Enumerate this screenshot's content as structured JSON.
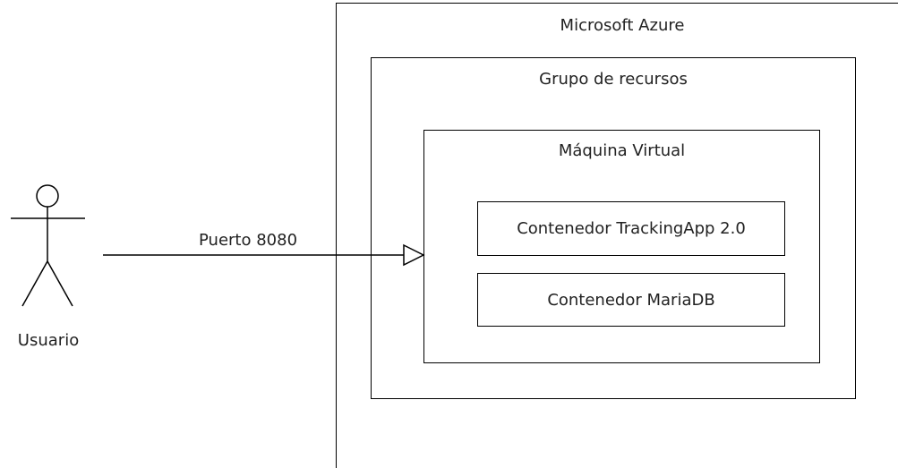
{
  "diagram": {
    "title": "",
    "actor": {
      "label": "Usuario"
    },
    "connection": {
      "label": "Puerto 8080",
      "from": "actor",
      "to": "vm"
    },
    "boundaries": {
      "cloud": {
        "label": "Microsoft Azure"
      },
      "resource_group": {
        "label": "Grupo de recursos"
      },
      "vm": {
        "label": "Máquina Virtual"
      }
    },
    "containers": [
      {
        "label": "Contenedor TrackingApp 2.0"
      },
      {
        "label": "Contenedor MariaDB"
      }
    ]
  },
  "colors": {
    "stroke": "#000000",
    "background": "#ffffff",
    "text": "#222222"
  }
}
